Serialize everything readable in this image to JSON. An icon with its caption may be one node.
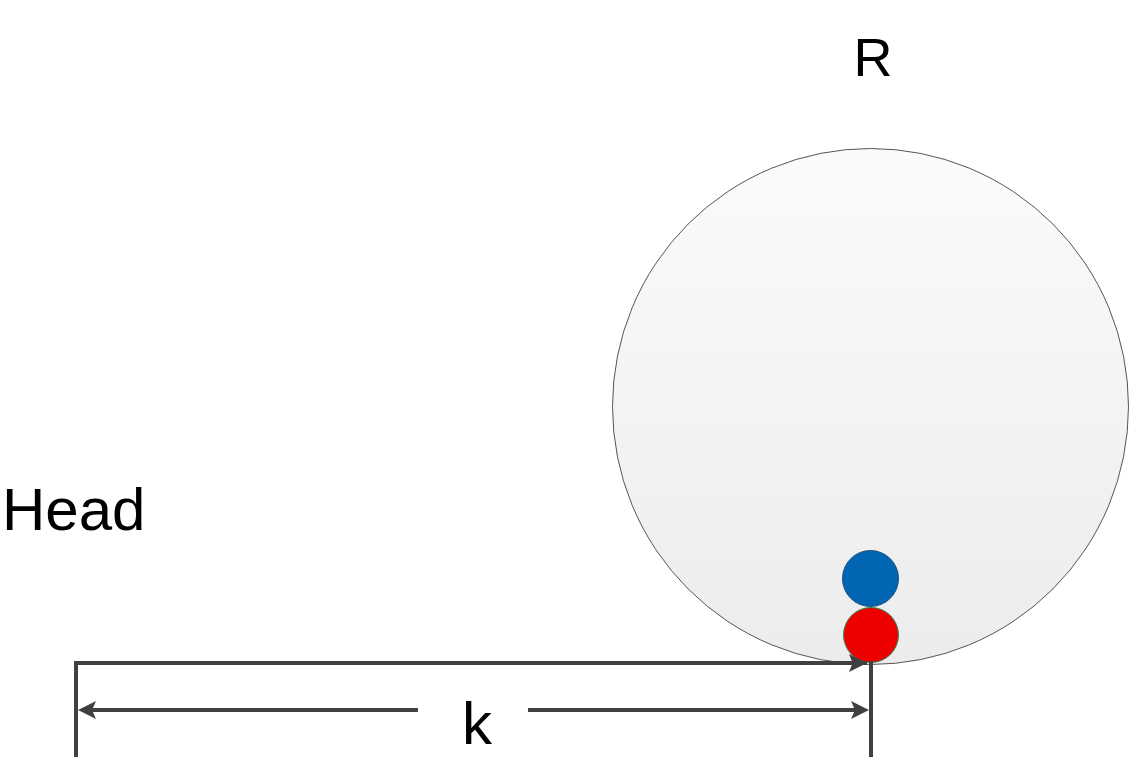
{
  "diagram": {
    "nodes": [
      {
        "text": [],
        "shape": "circle",
        "beside": [
          "R"
        ]
      },
      {
        "text": [],
        "shape": "circle",
        "in": 0
      },
      {
        "text": [],
        "shape": "circle",
        "in": 0
      }
    ],
    "edges": [
      {
        "from": null,
        "to": 2,
        "arrow": "to"
      }
    ],
    "labels": [
      "Head",
      "k"
    ]
  }
}
